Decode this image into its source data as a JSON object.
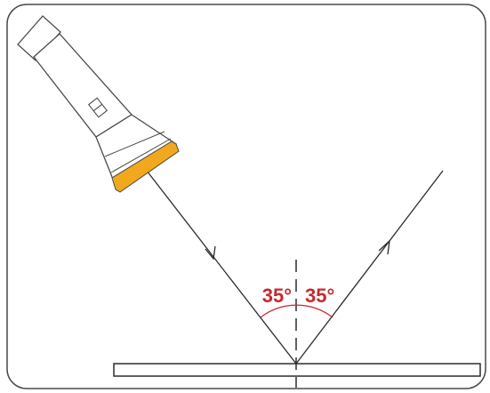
{
  "diagram": {
    "angle_incidence_label": "35°",
    "angle_reflection_label": "35°",
    "colors": {
      "frame": "#4a4a4a",
      "ray": "#2b2b2b",
      "angle": "#c8282d",
      "lens": "#f2a81d",
      "flashlight_body": "#ffffff"
    },
    "icons": {
      "light_source": "flashlight-icon",
      "surface": "mirror-surface"
    }
  }
}
